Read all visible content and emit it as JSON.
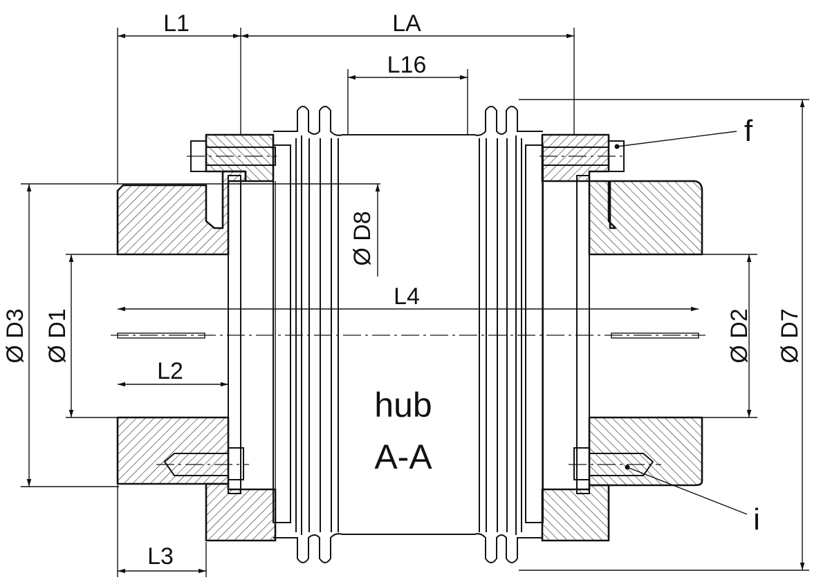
{
  "drawing": {
    "labels": {
      "l1": "L1",
      "la": "LA",
      "l16": "L16",
      "l4": "L4",
      "l2": "L2",
      "l3": "L3",
      "d8": "Ø D8",
      "d3": "Ø D3",
      "d1": "Ø D1",
      "d2": "Ø D2",
      "d7": "Ø D7"
    },
    "section_title": "hub",
    "section_id": "A-A",
    "callouts": {
      "f": "f",
      "i": "i"
    }
  }
}
